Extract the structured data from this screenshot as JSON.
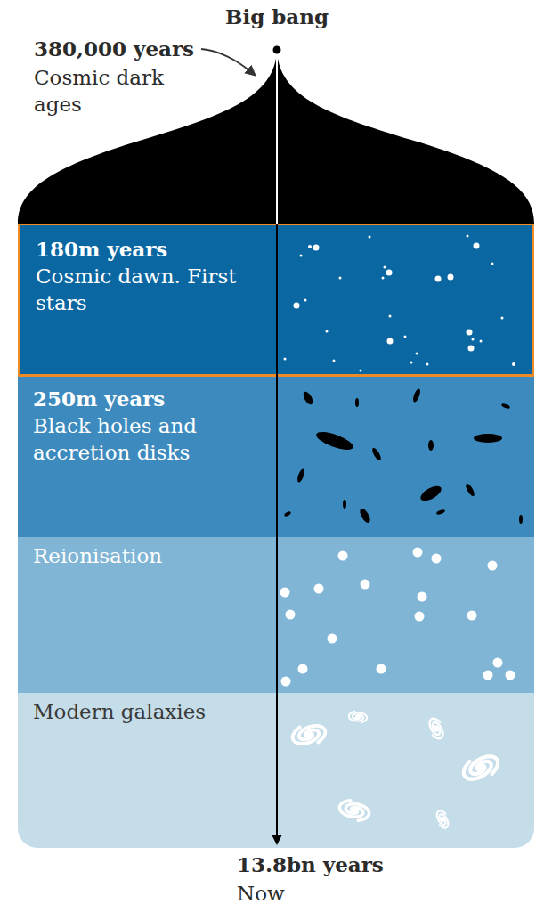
{
  "diagram": {
    "nodes": [
      {
        "text": [
          "180m years",
          "Cosmic dawn. First stars"
        ]
      },
      {
        "text": [
          "250m years",
          "Black holes and accretion disks"
        ]
      },
      {
        "text": [
          "Reionisation"
        ]
      },
      {
        "text": [
          "Modern galaxies"
        ]
      }
    ],
    "labels": [
      "Big bang",
      "380,000 years",
      "Cosmic dark ages",
      "13.8bn years",
      "Now"
    ]
  }
}
